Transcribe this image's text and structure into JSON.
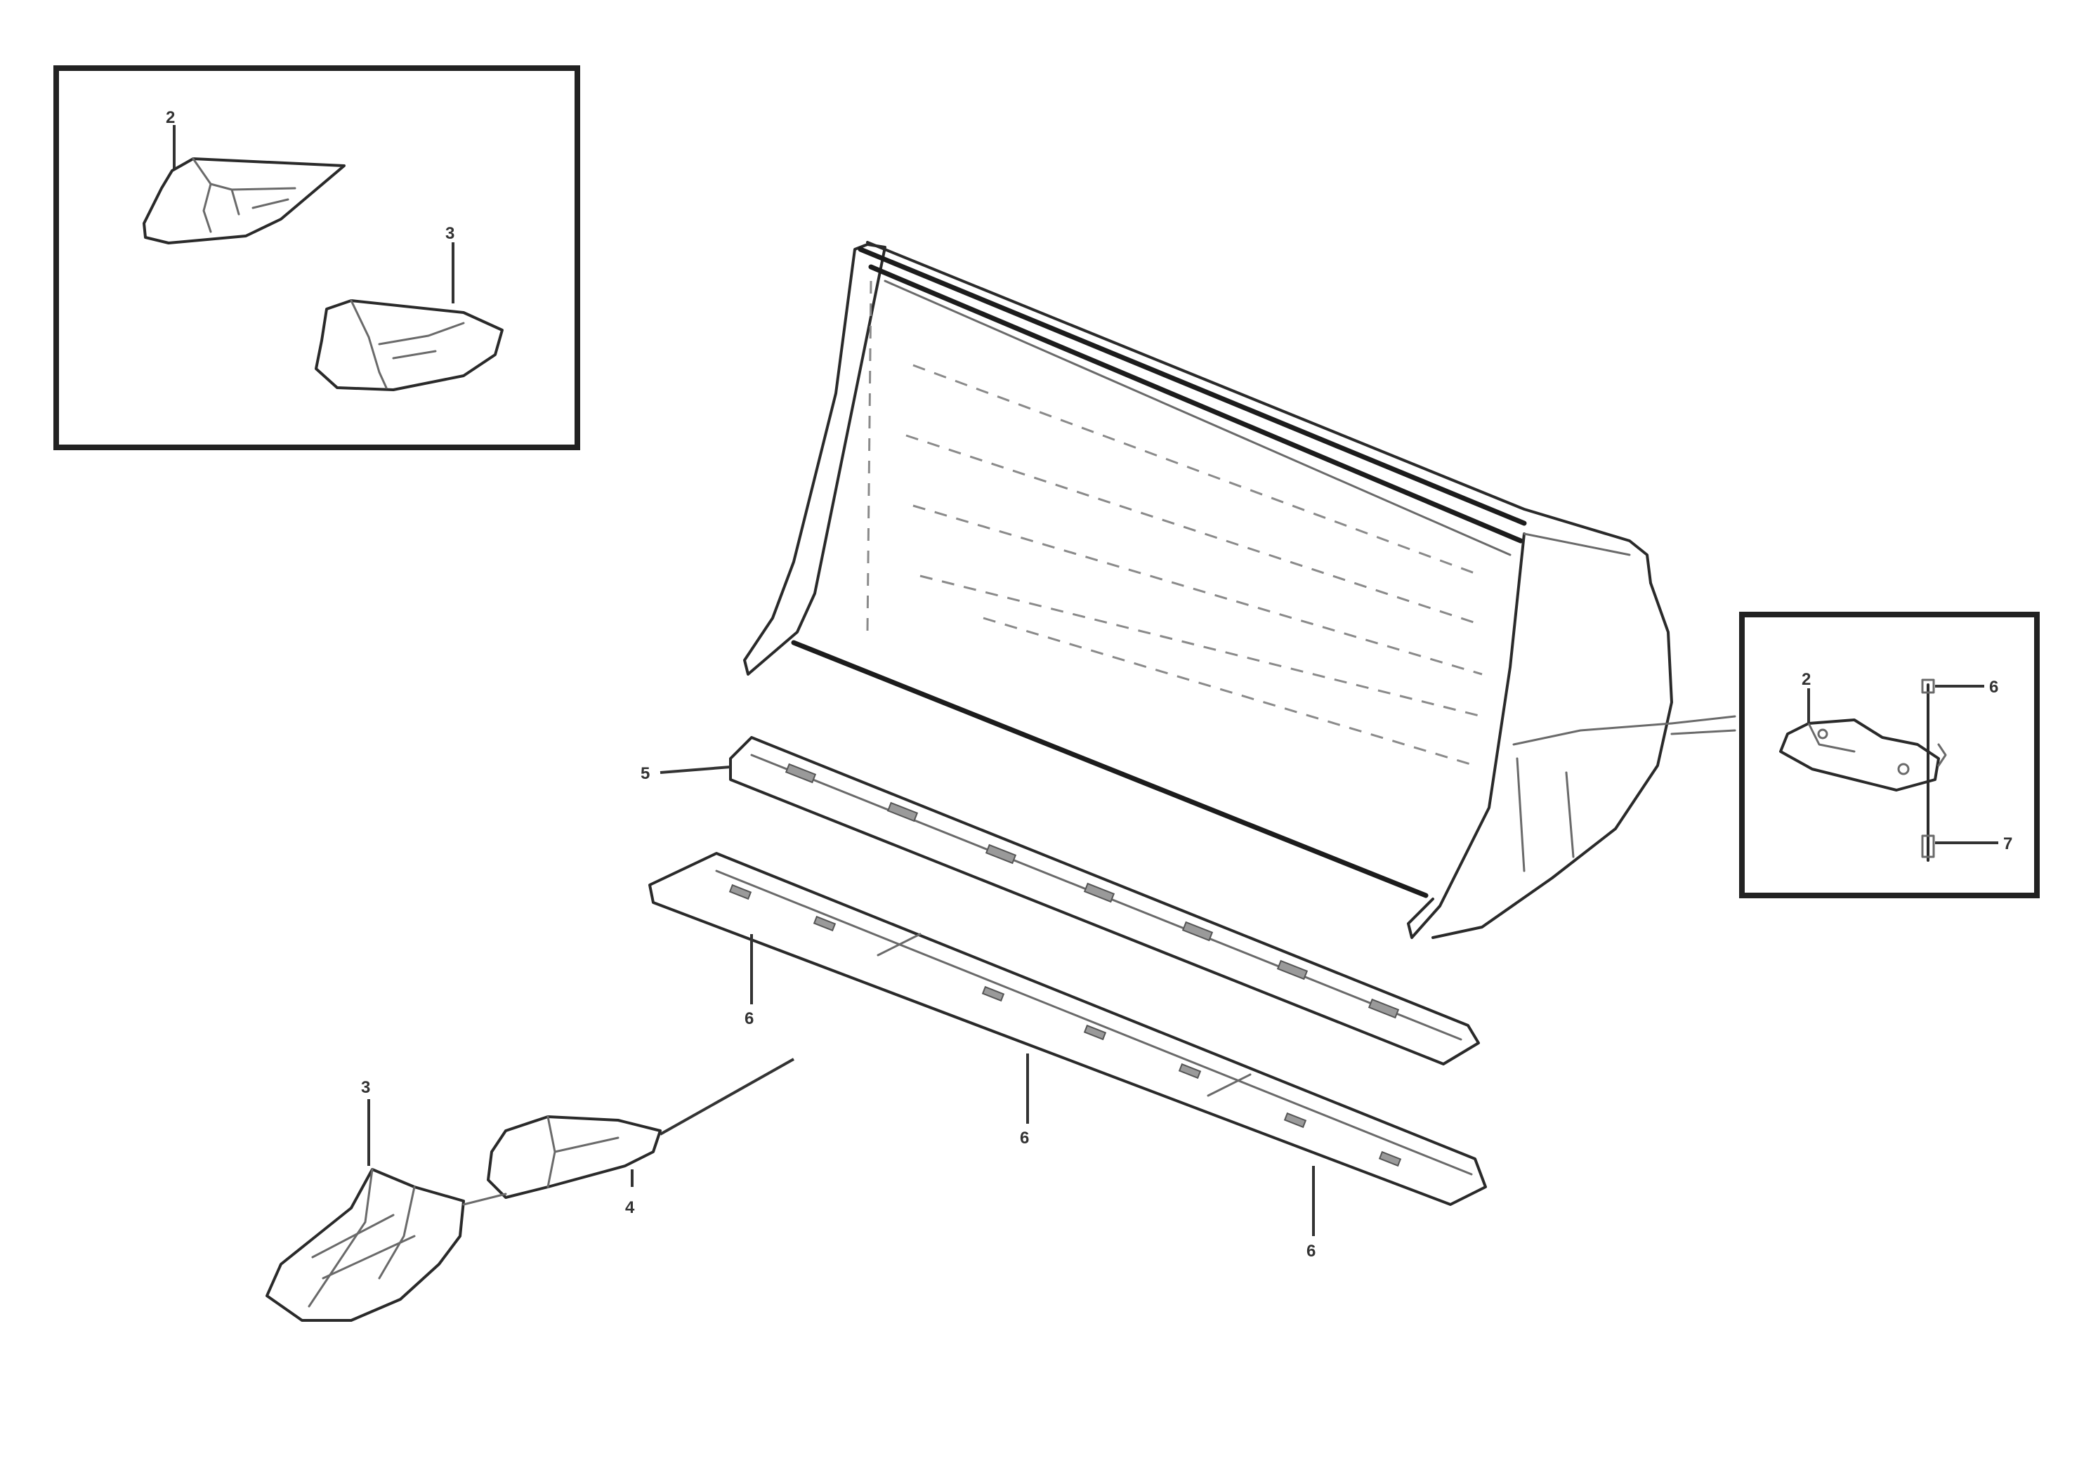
{
  "callouts": {
    "inset_top_tooth": "2",
    "inset_top_adapter": "3",
    "edge_upper": "5",
    "edge_lower_left": "6",
    "edge_lower_mid": "6",
    "edge_lower_right": "6",
    "tooth_top": "3",
    "tooth_bottom": "4",
    "side_adapter": "2",
    "side_bolt_top": "6",
    "side_bolt_bottom": "7"
  },
  "reference": {
    "line1": "",
    "line2": "",
    "code": ""
  }
}
